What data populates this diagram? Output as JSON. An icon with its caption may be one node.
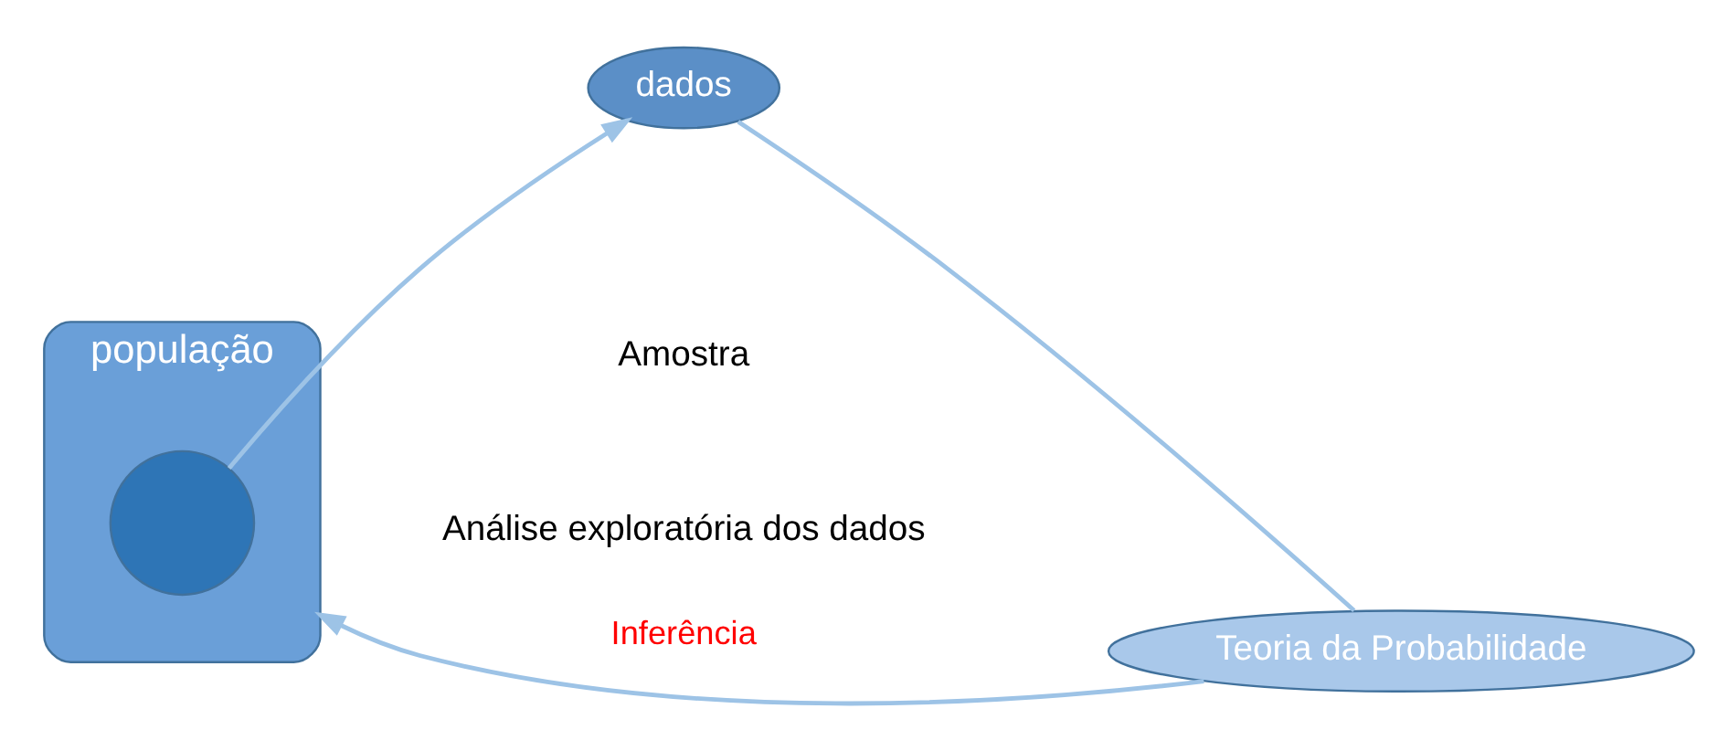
{
  "diagram": {
    "nodes": [
      {
        "text": [
          "população"
        ]
      },
      {
        "text": [],
        "shape": "circle",
        "in": 0
      },
      {
        "text": [
          "dados"
        ],
        "beside": [
          "Análise exploratória dos dados",
          "Amostra"
        ]
      },
      {
        "text": [
          "Teoria da Probabilidade"
        ]
      }
    ],
    "edges": [
      {
        "from": 1,
        "to": 2,
        "arrow": "to"
      },
      {
        "from": 2,
        "to": 3,
        "arrow": "none"
      },
      {
        "from": 3,
        "to": 0,
        "arrow": "to",
        "label": "Inferência"
      }
    ]
  }
}
